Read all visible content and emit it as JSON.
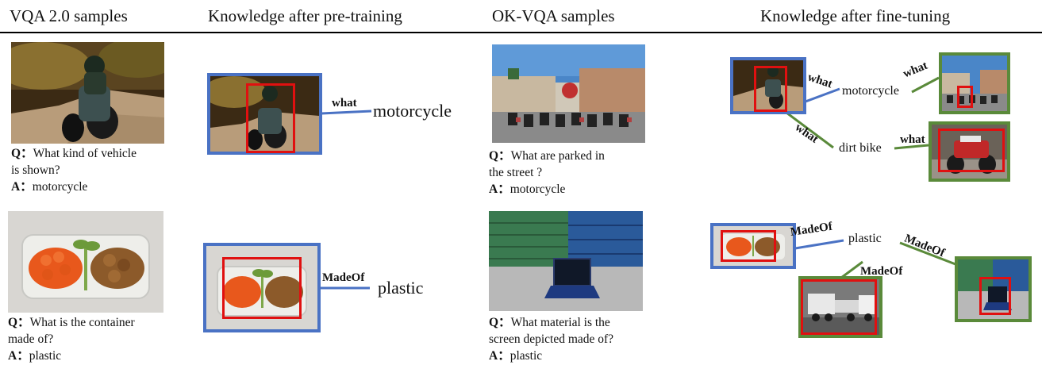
{
  "headers": {
    "col1": "VQA 2.0 samples",
    "col2": "Knowledge after pre-training",
    "col3": "OK-VQA samples",
    "col4": "Knowledge after fine-tuning"
  },
  "qa_prefix": {
    "q": "Q：",
    "a": "A："
  },
  "vqa_samples": [
    {
      "question_line1": "What kind of vehicle",
      "question_line2": "is shown?",
      "answer": "motorcycle"
    },
    {
      "question_line1": "What is the container",
      "question_line2": "made of?",
      "answer": "plastic"
    }
  ],
  "okvqa_samples": [
    {
      "question_line1": "What are parked in",
      "question_line2": "the street ?",
      "answer": "motorcycle"
    },
    {
      "question_line1": "What material is the",
      "question_line2": "screen depicted made of?",
      "answer": "plastic"
    }
  ],
  "pretraining": [
    {
      "relation": "what",
      "node": "motorcycle"
    },
    {
      "relation": "MadeOf",
      "node": "plastic"
    }
  ],
  "finetuning": {
    "row1": {
      "node_a": "motorcycle",
      "node_b": "dirt bike",
      "rel_1": "what",
      "rel_2": "what",
      "rel_3": "what",
      "rel_4": "what"
    },
    "row2": {
      "node": "plastic",
      "rel_1": "MadeOf",
      "rel_2": "MadeOf",
      "rel_3": "MadeOf"
    }
  },
  "colors": {
    "blue_frame": "#4a72c4",
    "green_frame": "#5a8a3a",
    "red_box": "#e01010"
  }
}
